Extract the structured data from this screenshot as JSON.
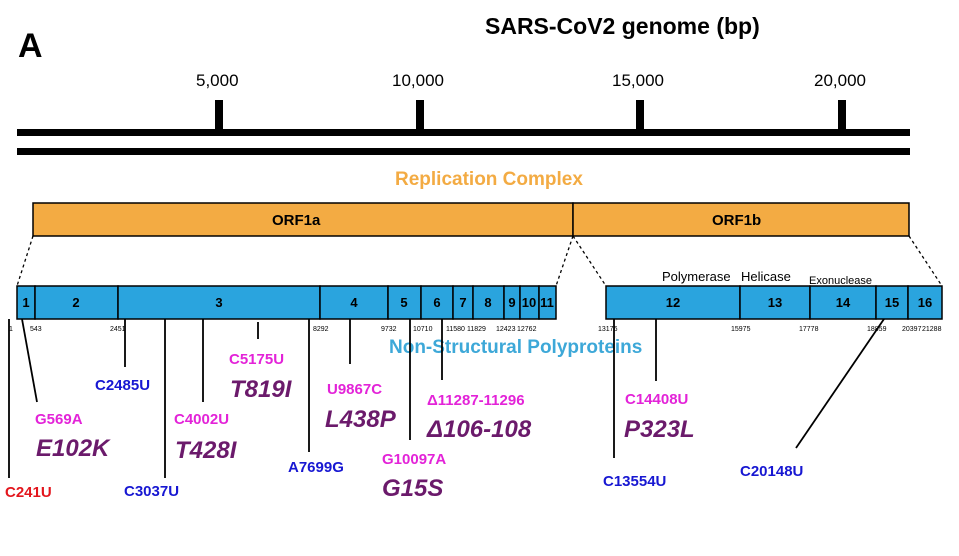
{
  "panel_label": "A",
  "title": "SARS-CoV2 genome (bp)",
  "scale_ticks": [
    "5,000",
    "10,000",
    "15,000",
    "20,000"
  ],
  "replication_label": "Replication Complex",
  "orfs": [
    "ORF1a",
    "ORF1b"
  ],
  "nsp_boxes": [
    "1",
    "2",
    "3",
    "4",
    "5",
    "6",
    "7",
    "8",
    "9",
    "10",
    "11",
    "12",
    "13",
    "14",
    "15",
    "16"
  ],
  "nsp_functions": [
    "Polymerase",
    "Helicase",
    "Exonuclease"
  ],
  "positions": [
    "1",
    "543",
    "2451",
    "8292",
    "9732",
    "10710",
    "11580",
    "11829",
    "12423",
    "12762",
    "13176",
    "15975",
    "17778",
    "18859",
    "20397",
    "21288"
  ],
  "nsp_label": "Non-Structural Polyproteins",
  "mutations": [
    {
      "text": "C241U",
      "color": "#e3161d"
    },
    {
      "text": "G569A",
      "color": "#e323d8"
    },
    {
      "text": "C2485U",
      "color": "#1717d2"
    },
    {
      "text": "C3037U",
      "color": "#1717d2"
    },
    {
      "text": "C4002U",
      "color": "#e323d8"
    },
    {
      "text": "C5175U",
      "color": "#e323d8"
    },
    {
      "text": "A7699G",
      "color": "#1717d2"
    },
    {
      "text": "U9867C",
      "color": "#e323d8"
    },
    {
      "text": "G10097A",
      "color": "#e323d8"
    },
    {
      "text": "Δ11287-11296",
      "color": "#e323d8"
    },
    {
      "text": "C13554U",
      "color": "#1717d2"
    },
    {
      "text": "C14408U",
      "color": "#e323d8"
    },
    {
      "text": "C20148U",
      "color": "#1717d2"
    }
  ],
  "aa_changes": [
    "E102K",
    "T428I",
    "T819I",
    "L438P",
    "G15S",
    "Δ106-108",
    "P323L"
  ],
  "colors": {
    "orf": "#f3ab43",
    "nsp": "#2aa4de",
    "aa": "#6b1a6b"
  }
}
